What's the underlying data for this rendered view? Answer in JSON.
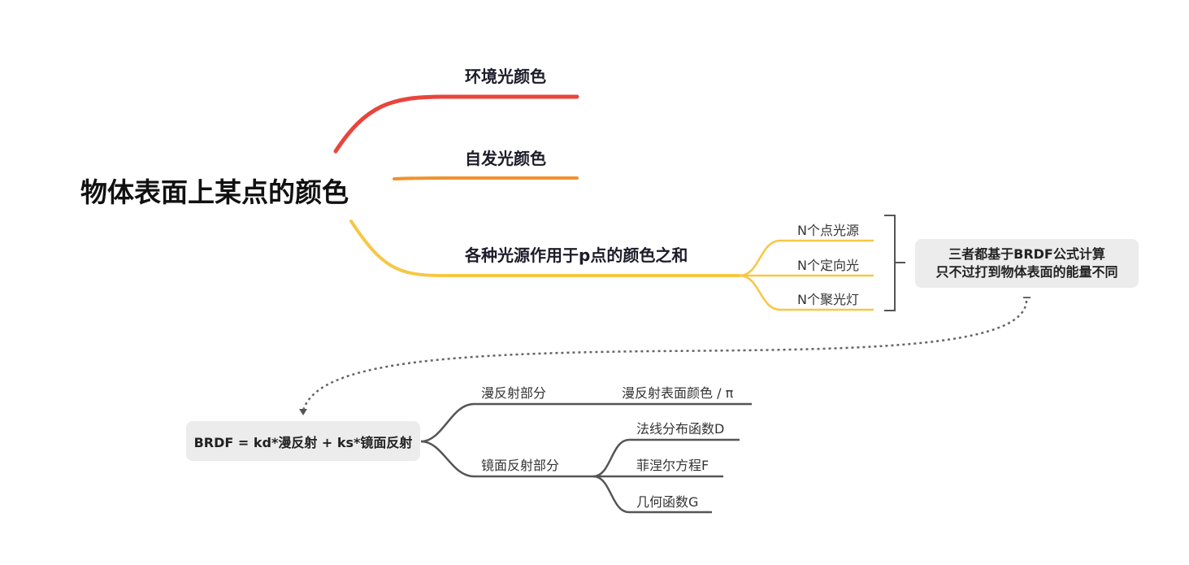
{
  "root": {
    "label": "物体表面上某点的颜色"
  },
  "branches": [
    {
      "label": "环境光颜色",
      "color": "#e8453c"
    },
    {
      "label": "自发光颜色",
      "color": "#f0932b"
    },
    {
      "label": "各种光源作用于p点的颜色之和",
      "color": "#f7c744"
    }
  ],
  "light_sources": [
    {
      "label": "N个点光源"
    },
    {
      "label": "N个定向光"
    },
    {
      "label": "N个聚光灯"
    }
  ],
  "summary_note": {
    "line1": "三者都基于BRDF公式计算",
    "line2": "只不过打到物体表面的能量不同"
  },
  "brdf": {
    "label": "BRDF = kd*漫反射 + ks*镜面反射",
    "diffuse": {
      "label": "漫反射部分",
      "child": "漫反射表面颜色 / π"
    },
    "specular": {
      "label": "镜面反射部分",
      "children": [
        "法线分布函数D",
        "菲涅尔方程F",
        "几何函数G"
      ]
    }
  },
  "colors": {
    "brdf_lines": "#555555",
    "connector": "#666666"
  }
}
